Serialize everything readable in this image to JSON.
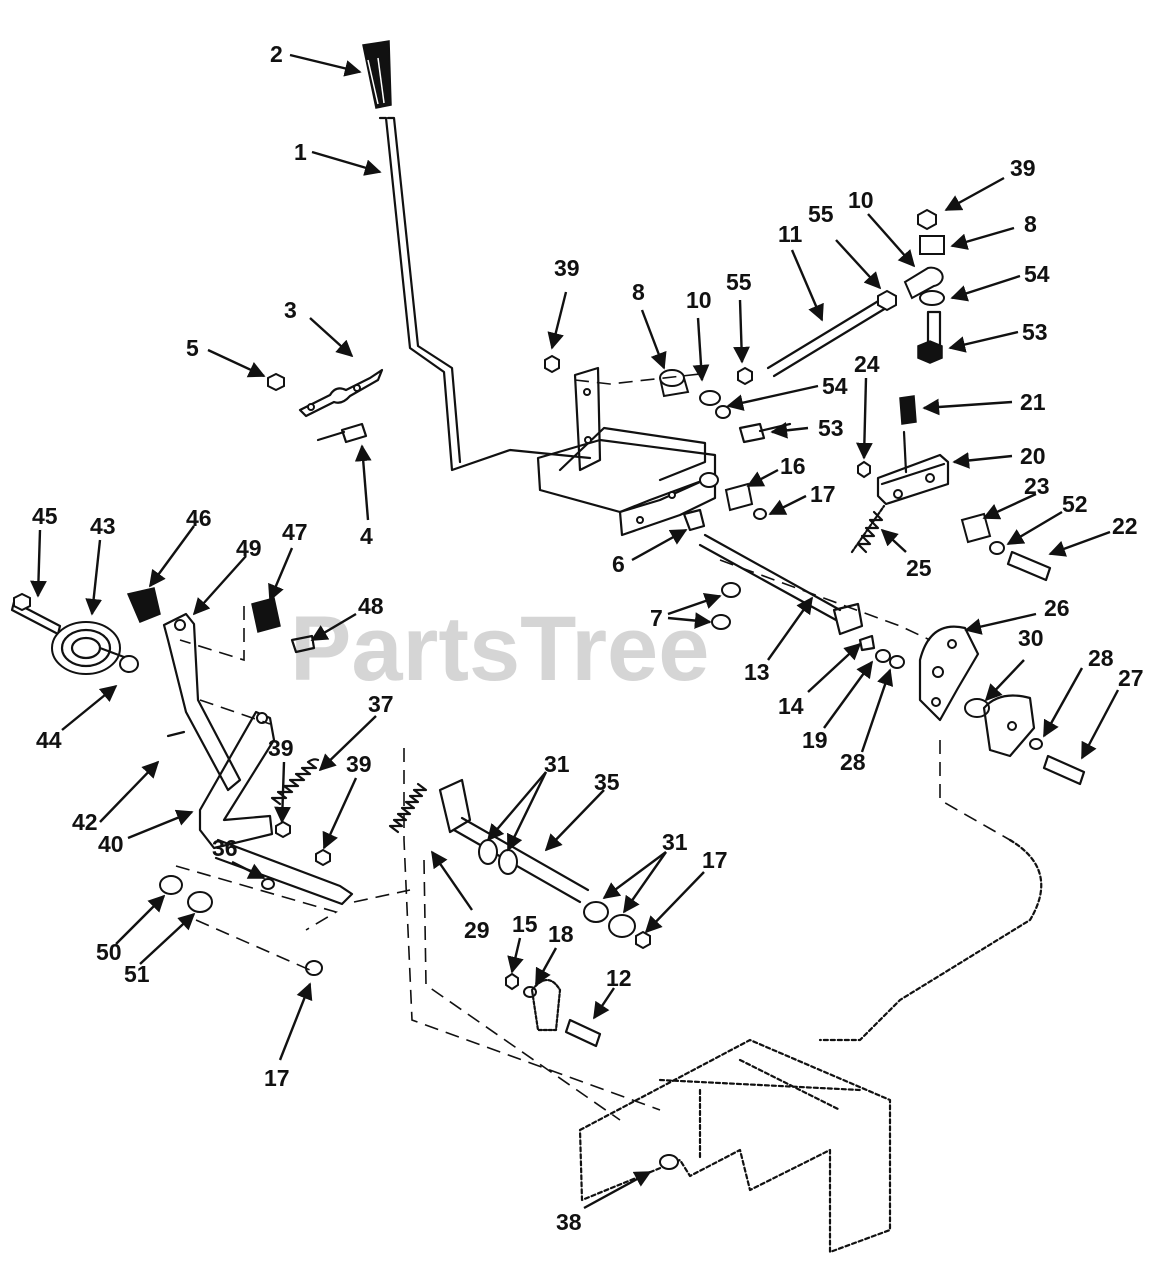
{
  "watermark": "PartsTree",
  "callouts": [
    {
      "id": "c2",
      "label": "2"
    },
    {
      "id": "c1",
      "label": "1"
    },
    {
      "id": "c3",
      "label": "3"
    },
    {
      "id": "c5",
      "label": "5"
    },
    {
      "id": "c4",
      "label": "4"
    },
    {
      "id": "c39a",
      "label": "39"
    },
    {
      "id": "c8a",
      "label": "8"
    },
    {
      "id": "c10a",
      "label": "10"
    },
    {
      "id": "c55a",
      "label": "55"
    },
    {
      "id": "c11",
      "label": "11"
    },
    {
      "id": "c55b",
      "label": "55"
    },
    {
      "id": "c10b",
      "label": "10"
    },
    {
      "id": "c39b",
      "label": "39"
    },
    {
      "id": "c8b",
      "label": "8"
    },
    {
      "id": "c54a",
      "label": "54"
    },
    {
      "id": "c53a",
      "label": "53"
    },
    {
      "id": "c54b",
      "label": "54"
    },
    {
      "id": "c53b",
      "label": "53"
    },
    {
      "id": "c24",
      "label": "24"
    },
    {
      "id": "c21",
      "label": "21"
    },
    {
      "id": "c20",
      "label": "20"
    },
    {
      "id": "c16",
      "label": "16"
    },
    {
      "id": "c17a",
      "label": "17"
    },
    {
      "id": "c23",
      "label": "23"
    },
    {
      "id": "c52",
      "label": "52"
    },
    {
      "id": "c22",
      "label": "22"
    },
    {
      "id": "c6",
      "label": "6"
    },
    {
      "id": "c25",
      "label": "25"
    },
    {
      "id": "c26",
      "label": "26"
    },
    {
      "id": "c7",
      "label": "7"
    },
    {
      "id": "c13",
      "label": "13"
    },
    {
      "id": "c14",
      "label": "14"
    },
    {
      "id": "c19",
      "label": "19"
    },
    {
      "id": "c28a",
      "label": "28"
    },
    {
      "id": "c30",
      "label": "30"
    },
    {
      "id": "c28b",
      "label": "28"
    },
    {
      "id": "c27",
      "label": "27"
    },
    {
      "id": "c45",
      "label": "45"
    },
    {
      "id": "c43",
      "label": "43"
    },
    {
      "id": "c46",
      "label": "46"
    },
    {
      "id": "c49",
      "label": "49"
    },
    {
      "id": "c47",
      "label": "47"
    },
    {
      "id": "c48",
      "label": "48"
    },
    {
      "id": "c44",
      "label": "44"
    },
    {
      "id": "c37",
      "label": "37"
    },
    {
      "id": "c39c",
      "label": "39"
    },
    {
      "id": "c39d",
      "label": "39"
    },
    {
      "id": "c42",
      "label": "42"
    },
    {
      "id": "c40",
      "label": "40"
    },
    {
      "id": "c31a",
      "label": "31"
    },
    {
      "id": "c35",
      "label": "35"
    },
    {
      "id": "c31b",
      "label": "31"
    },
    {
      "id": "c17b",
      "label": "17"
    },
    {
      "id": "c36",
      "label": "36"
    },
    {
      "id": "c29",
      "label": "29"
    },
    {
      "id": "c15",
      "label": "15"
    },
    {
      "id": "c18",
      "label": "18"
    },
    {
      "id": "c12",
      "label": "12"
    },
    {
      "id": "c50",
      "label": "50"
    },
    {
      "id": "c51",
      "label": "51"
    },
    {
      "id": "c17c",
      "label": "17"
    },
    {
      "id": "c38",
      "label": "38"
    }
  ]
}
